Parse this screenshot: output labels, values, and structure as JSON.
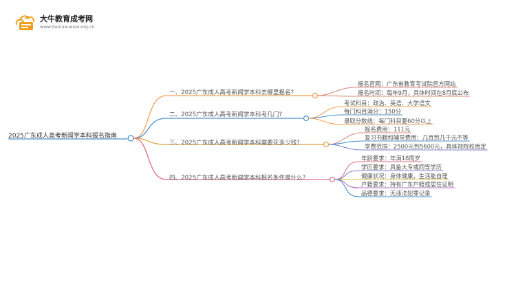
{
  "brand": {
    "title": "大牛教育成考网",
    "url": "www.daniuxueiao.org.cn"
  },
  "mindmap": {
    "root": "2025广东成人高考新闻学本科报名指南",
    "branches": [
      {
        "label": "一、2025广东成人高考新闻学本科去哪里报名?",
        "color": "#f0a050",
        "leaves": [
          {
            "label": "报名官网：广东省教育考试院官方网站",
            "color": "#d98b7a"
          },
          {
            "label": "报名时间：每年9月，具体时间在8月底公布",
            "color": "#d98b7a"
          }
        ]
      },
      {
        "label": "二、2025广东成人高考新闻学本科考几门?",
        "color": "#4a8fc8",
        "leaves": [
          {
            "label": "考试科目：政治、英语、大学语文",
            "color": "#f0a050"
          },
          {
            "label": "每门科目满分：150分",
            "color": "#4a8fc8"
          },
          {
            "label": "录取分数线：每门科目要60分以上",
            "color": "#f0a050"
          }
        ]
      },
      {
        "label": "三、2025广东成人高考新闻学本科需要花多少钱?",
        "color": "#e0a040",
        "leaves": [
          {
            "label": "报名费用：111元",
            "color": "#d98b7a"
          },
          {
            "label": "复习书籍和辅导费用：几百到几千元不等",
            "color": "#4a8fc8"
          },
          {
            "label": "学费范围：2500元到5600元，具体视院校而定",
            "color": "#7b86c8"
          }
        ]
      },
      {
        "label": "四、2025广东成人高考新闻学本科报名条件是什么?",
        "color": "#e06a80",
        "leaves": [
          {
            "label": "年龄要求：年满18周岁",
            "color": "#e06a80"
          },
          {
            "label": "学历要求：具备大专或同等学历",
            "color": "#7b86c8"
          },
          {
            "label": "健康状况：身体健康，生活能自理",
            "color": "#e0c040"
          },
          {
            "label": "户籍要求：持有广东户籍或居住证明",
            "color": "#b070c0"
          },
          {
            "label": "品德要求：无违法犯罪记录",
            "color": "#4a8fc8"
          }
        ]
      }
    ]
  },
  "colors": {
    "root_line": "#4a8fc8",
    "background": "#ffffff",
    "logo_orange": "#f0a020"
  }
}
